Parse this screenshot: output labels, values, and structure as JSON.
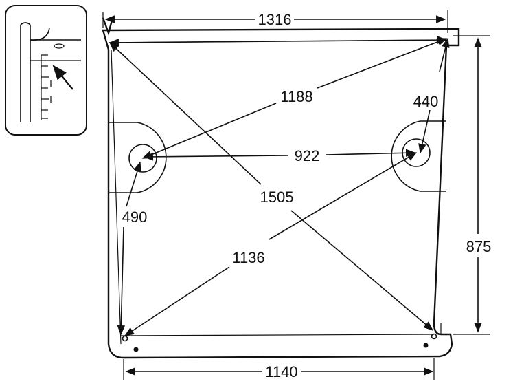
{
  "dimensions": {
    "top_width": "1316",
    "upper_diagonal": "1188",
    "pivot_offset": "440",
    "pivot_span": "922",
    "main_diagonal": "1505",
    "left_side": "490",
    "lower_diagonal": "1136",
    "height": "875",
    "bottom_width": "1140"
  },
  "colors": {
    "ink": "#111111",
    "paper": "#ffffff"
  }
}
